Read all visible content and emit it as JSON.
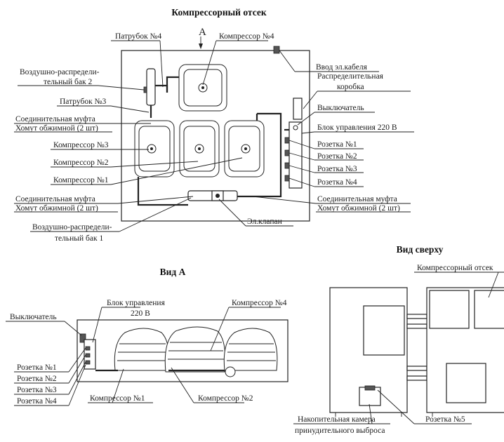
{
  "titles": {
    "main": "Компрессорный отсек",
    "view_a": "Вид А",
    "view_top": "Вид сверху",
    "arrow_a": "А"
  },
  "main_labels": {
    "patrubok4": "Патрубок №4",
    "kompressor4": "Компрессор №4",
    "bak2_l1": "Воздушно-распредели-",
    "bak2_l2": "тельный бак 2",
    "vvod": "Ввод эл.кабеля",
    "raspred_l1": "Распределительная",
    "raspred_l2": "коробка",
    "patrubok3": "Патрубок №3",
    "vykl": "Выключатель",
    "mufta_l1": "Соединительная муфта",
    "mufta_l2": "Хомут обжимной (2 шт)",
    "blok": "Блок управления 220 В",
    "kompressor3": "Компрессор №3",
    "rozetka1": "Розетка №1",
    "rozetka2": "Розетка №2",
    "kompressor2": "Компрессор №2",
    "rozetka3": "Розетка №3",
    "kompressor1": "Компрессор №1",
    "rozetka4": "Розетка №4",
    "mufta_b_l1": "Соединительная муфта",
    "mufta_b_l2": "Хомут обжимной (2 шт)",
    "mufta_r_l1": "Соединительная муфта",
    "mufta_r_l2": "Хомут обжимной (2 шт)",
    "bak1_l1": "Воздушно-распредели-",
    "bak1_l2": "тельный бак 1",
    "klapan": "Эл.клапан"
  },
  "view_a_labels": {
    "vykl": "Выключатель",
    "blok_l1": "Блок управления",
    "blok_l2": "220 В",
    "kompressor4": "Компрессор №4",
    "rozetka1": "Розетка №1",
    "rozetka2": "Розетка №2",
    "rozetka3": "Розетка №3",
    "rozetka4": "Розетка №4",
    "kompressor1": "Компрессор №1",
    "kompressor2": "Компрессор №2"
  },
  "top_labels": {
    "otsek": "Компрессорный отсек",
    "kamera_l1": "Накопительная камера",
    "kamera_l2": "принудительного выброса",
    "rozetka5": "Розетка №5"
  }
}
